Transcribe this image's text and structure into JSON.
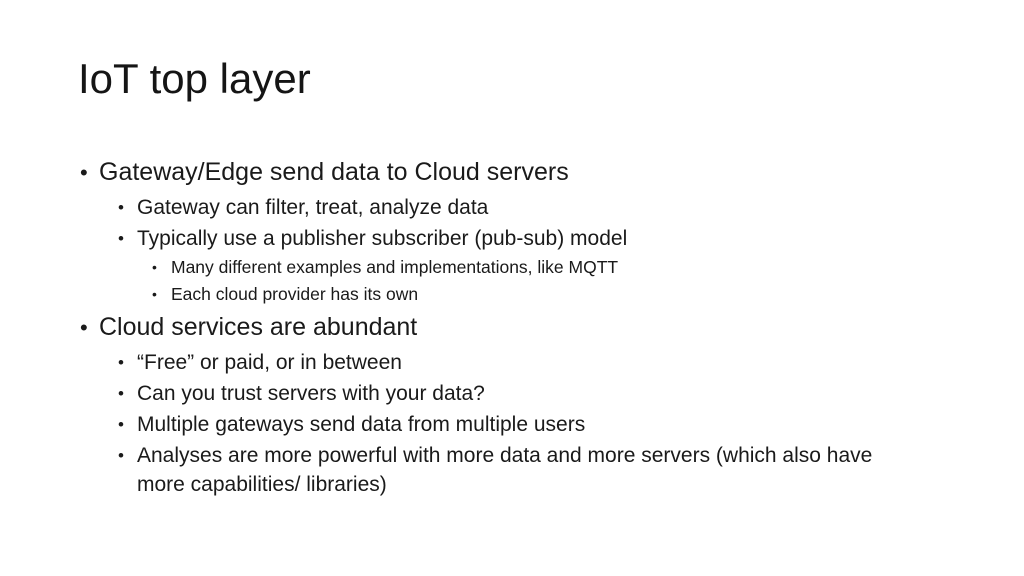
{
  "slide": {
    "title": "IoT top layer",
    "bullet_char": "•",
    "colors": {
      "background": "#ffffff",
      "text": "#1a1a1a"
    },
    "bullets": [
      {
        "level": 1,
        "text": "Gateway/Edge send data to Cloud servers"
      },
      {
        "level": 2,
        "text": "Gateway can filter, treat, analyze data"
      },
      {
        "level": 2,
        "text": "Typically use a publisher subscriber (pub-sub) model"
      },
      {
        "level": 3,
        "text": "Many different examples and implementations, like MQTT"
      },
      {
        "level": 3,
        "text": "Each cloud provider has its own"
      },
      {
        "level": 1,
        "text": "Cloud services are abundant"
      },
      {
        "level": 2,
        "text": "“Free” or paid, or in between"
      },
      {
        "level": 2,
        "text": "Can you trust servers with your data?"
      },
      {
        "level": 2,
        "text": "Multiple gateways send data from multiple users"
      },
      {
        "level": 2,
        "text": "Analyses are more powerful with more data and more servers (which also have more capabilities/ libraries)"
      }
    ]
  }
}
